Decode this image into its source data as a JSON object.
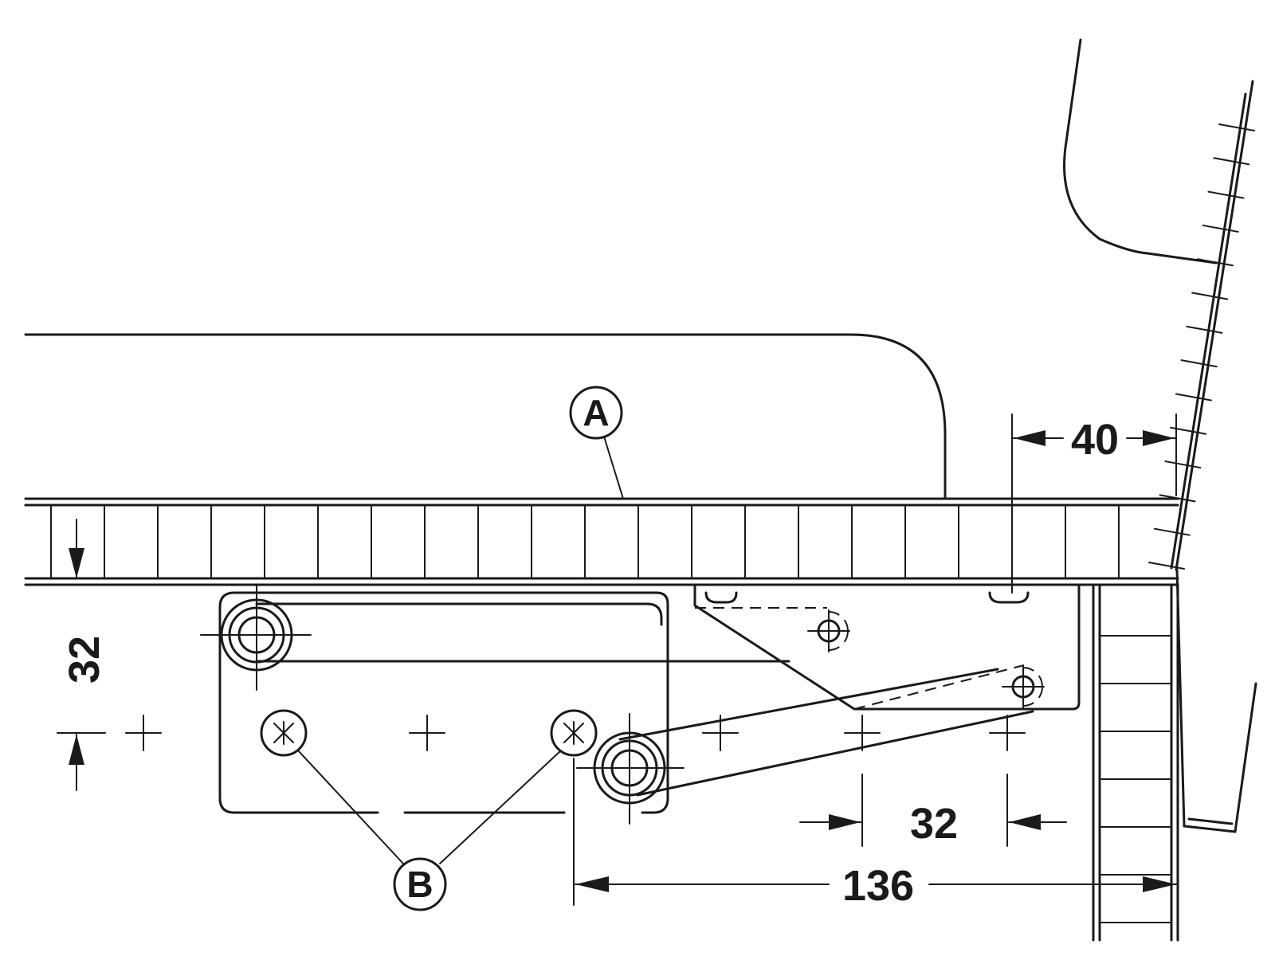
{
  "callouts": {
    "a": "A",
    "b": "B"
  },
  "dimensions": {
    "top_gap": "40",
    "left_vertical": "32",
    "hole_spacing": "32",
    "overall": "136"
  },
  "colors": {
    "line": "#1a1a1a",
    "background": "#ffffff"
  }
}
